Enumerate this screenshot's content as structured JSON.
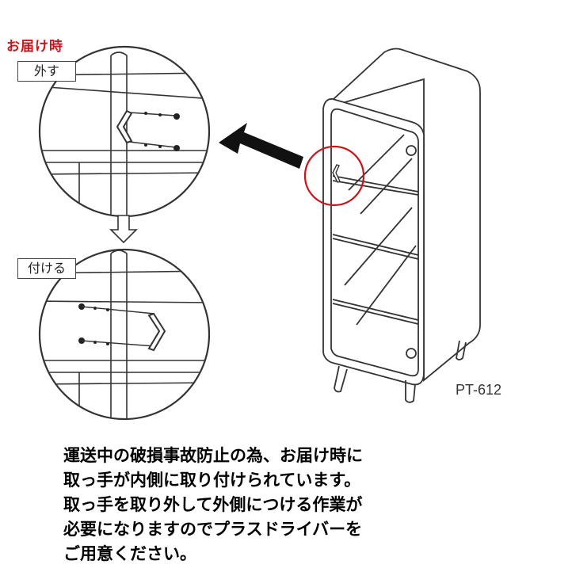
{
  "labels": {
    "delivery": "お届け時",
    "remove": "外す",
    "attach": "付ける",
    "model": "PT-612"
  },
  "notice": {
    "lines": [
      "運送中の破損事故防止の為、お届け時に",
      "取っ手が内側に取り付けられています。",
      "取っ手を取り外して外側につける作業が",
      "必要になりますのでプラスドライバーを",
      "ご用意ください。"
    ]
  },
  "colors": {
    "highlight_circle": "#c8161d",
    "delivery_text": "#c8161d",
    "line": "#333333"
  }
}
